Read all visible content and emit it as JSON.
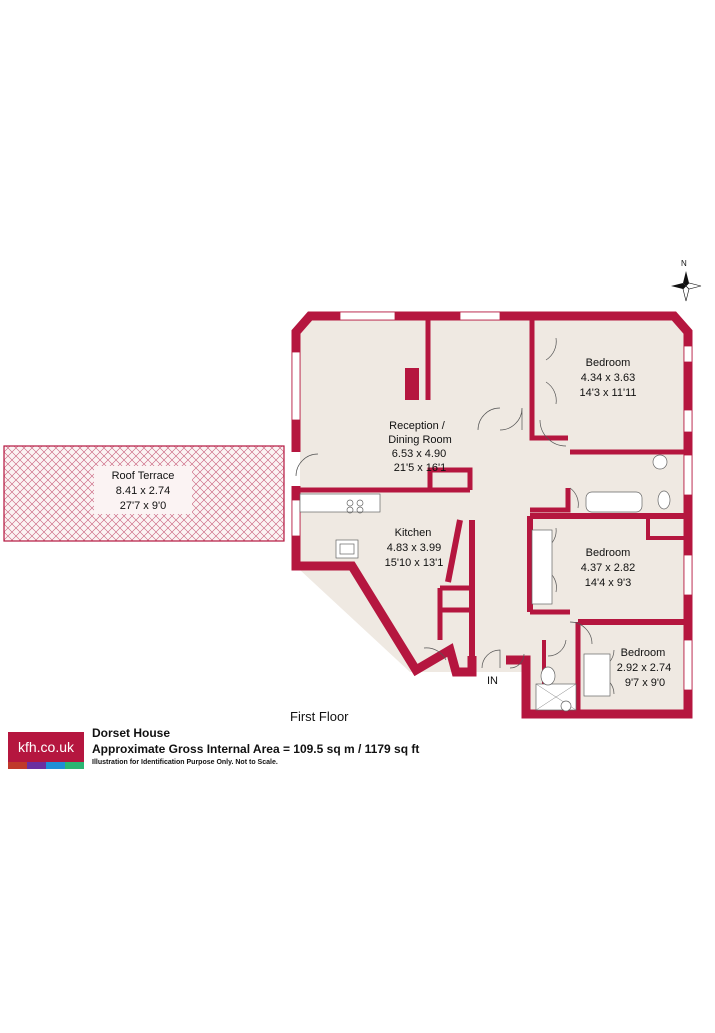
{
  "plan": {
    "floor": "First Floor",
    "entrance_label": "IN",
    "north_label": "N",
    "colors": {
      "wall": "#b5163f",
      "floor": "#efe9e2",
      "terrace_fill": "#fbf3f3",
      "terrace_hatch": "#c75a78"
    },
    "rooms": {
      "roof_terrace": {
        "name": "Roof Terrace",
        "metric": "8.41 x 2.74",
        "imperial": "27'7 x 9'0"
      },
      "reception": {
        "name_line1": "Reception /",
        "name_line2": "Dining Room",
        "metric": "6.53 x 4.90",
        "imperial": "21'5 x 16'1"
      },
      "bedroom1": {
        "name": "Bedroom",
        "metric": "4.34 x 3.63",
        "imperial": "14'3 x 11'11"
      },
      "kitchen": {
        "name": "Kitchen",
        "metric": "4.83 x 3.99",
        "imperial": "15'10 x 13'1"
      },
      "bedroom2": {
        "name": "Bedroom",
        "metric": "4.37 x 2.82",
        "imperial": "14'4 x 9'3"
      },
      "bedroom3": {
        "name": "Bedroom",
        "metric": "2.92 x 2.74",
        "imperial": "9'7 x 9'0"
      }
    }
  },
  "footer": {
    "logo_text": "kfh.co.uk",
    "logo_stripe_colors": [
      "#c0392b",
      "#6b2fa0",
      "#1f8fd6",
      "#2bb673"
    ],
    "property_name": "Dorset House",
    "area_text": "Approximate Gross Internal Area = 109.5 sq m / 1179 sq ft",
    "note": "Illustration for Identification Purpose Only. Not to Scale."
  }
}
